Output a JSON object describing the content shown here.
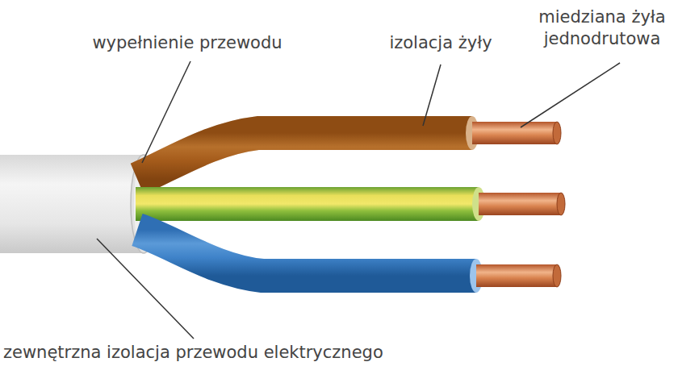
{
  "diagram": {
    "labels": [
      "wypełnienie przewodu",
      "izolacja żyły",
      "miedziana żyła jednodrutowa",
      "zewnętrzna izolacja przewodu elektrycznego"
    ]
  }
}
